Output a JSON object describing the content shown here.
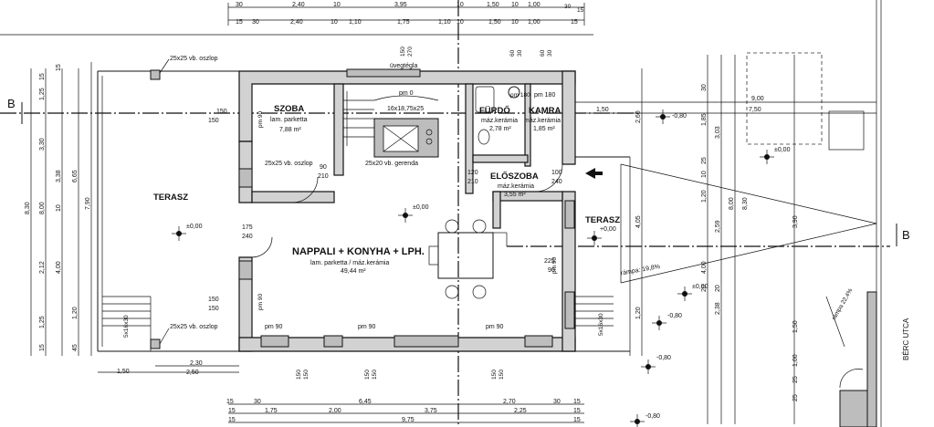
{
  "section_marks": {
    "left": "B",
    "right": "B"
  },
  "rooms": {
    "szoba": {
      "name": "SZOBA",
      "finish": "lam. parketta",
      "area": "7,88 m²"
    },
    "furdo": {
      "name": "FÜRDŐ",
      "finish": "máz.kerámia",
      "area": "2,78 m²"
    },
    "kamra": {
      "name": "KAMRA",
      "finish": "máz.kerámia",
      "area": "1,85 m²"
    },
    "eloszoba": {
      "name": "ELŐSZOBA",
      "finish": "máz.kerámia",
      "area": "3,55 m²"
    },
    "nappali": {
      "name": "NAPPALI + KONYHA + LPH.",
      "finish": "lam. parketta / máz.kerámia",
      "area": "49,44 m²"
    },
    "terasz_left": {
      "name": "TERASZ"
    },
    "terasz_right": {
      "name": "TERASZ",
      "level": "+0,00"
    }
  },
  "labels": {
    "column_top": "25x25 vb. oszlop",
    "column_mid": "25x25 vb. oszlop",
    "column_bottom": "25x25 vb. oszlop",
    "beam": "25x20 vb. gerenda",
    "glass": "üvegtégla",
    "stair": "16x18,75x25",
    "pm0": "pm 0",
    "pm180a": "pm 180",
    "pm180b": "pm 180",
    "ramp": "rámpa: 19,8%",
    "ramp2": "rámpa 22,4%",
    "street": "BÉRC UTCA",
    "openings": {
      "o1": "150",
      "o1b": "150",
      "o2": "90",
      "o2b": "210",
      "o3": "120",
      "o3b": "210",
      "o4": "100",
      "o4b": "240",
      "o5": "175",
      "o5b": "240",
      "o6": "225",
      "o6b": "90",
      "o7": "150",
      "o7b": "150"
    },
    "pm90": "pm 90"
  },
  "levels": {
    "terasz": "±0,00",
    "nappali": "±0,00",
    "r1": "-0,80",
    "r2": "±0,00",
    "r3": "±0,00",
    "r4": "-0,80",
    "r5": "-0,80",
    "r6": "-0,80"
  },
  "dimensions": {
    "top_row1": [
      "30",
      "2,40",
      "10",
      "3,95",
      "10",
      "1,50",
      "10",
      "1,00",
      "30",
      "15"
    ],
    "top_row2": [
      "15",
      "30",
      "2,40",
      "10",
      "1,10",
      "1,75",
      "1,10",
      "10",
      "1,50",
      "10",
      "1,00",
      "15"
    ],
    "left_outer": [
      "15",
      "1,25",
      "3,30",
      "2,12",
      "1,25",
      "15"
    ],
    "left_mid": [
      "15",
      "3,38",
      "10",
      "4,00",
      "1,20",
      "45"
    ],
    "left_total": [
      "6,65",
      "8,00",
      "8,30",
      "7,90"
    ],
    "bottom_small": [
      "1,50",
      "2,30",
      "2,50"
    ],
    "bottom_row1": [
      "15",
      "30",
      "6,45",
      "2,70",
      "30",
      "15"
    ],
    "bottom_row2": [
      "15",
      "1,75",
      "2,00",
      "3,75",
      "2,25",
      "15"
    ],
    "bottom_row3": [
      "15",
      "9,75",
      "15"
    ],
    "right_a": [
      "30",
      "1,85",
      "3,03",
      "25",
      "10",
      "1,20",
      "2,59",
      "4,05",
      "4,00",
      "20",
      "1,20",
      "20",
      "1,50",
      "2,38",
      "25",
      "1,00",
      "25"
    ],
    "right_b": [
      "2,60",
      "8,00",
      "8,30",
      "3,90"
    ],
    "top_right": [
      "9,00",
      "7,50",
      "1,50"
    ],
    "window_marks": [
      "150",
      "270",
      "60",
      "30",
      "60",
      "30",
      "150",
      "150",
      "150",
      "150",
      "150",
      "150",
      "5x16x30",
      "5x16x30"
    ]
  }
}
